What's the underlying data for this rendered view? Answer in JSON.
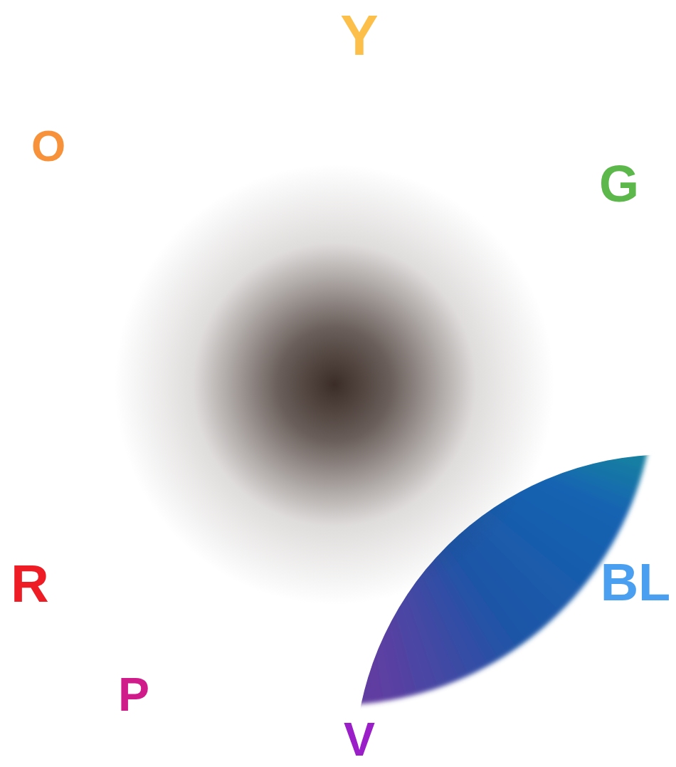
{
  "diagram": {
    "labels": [
      "Y",
      "O",
      "G",
      "R",
      "BL",
      "P",
      "V"
    ]
  }
}
